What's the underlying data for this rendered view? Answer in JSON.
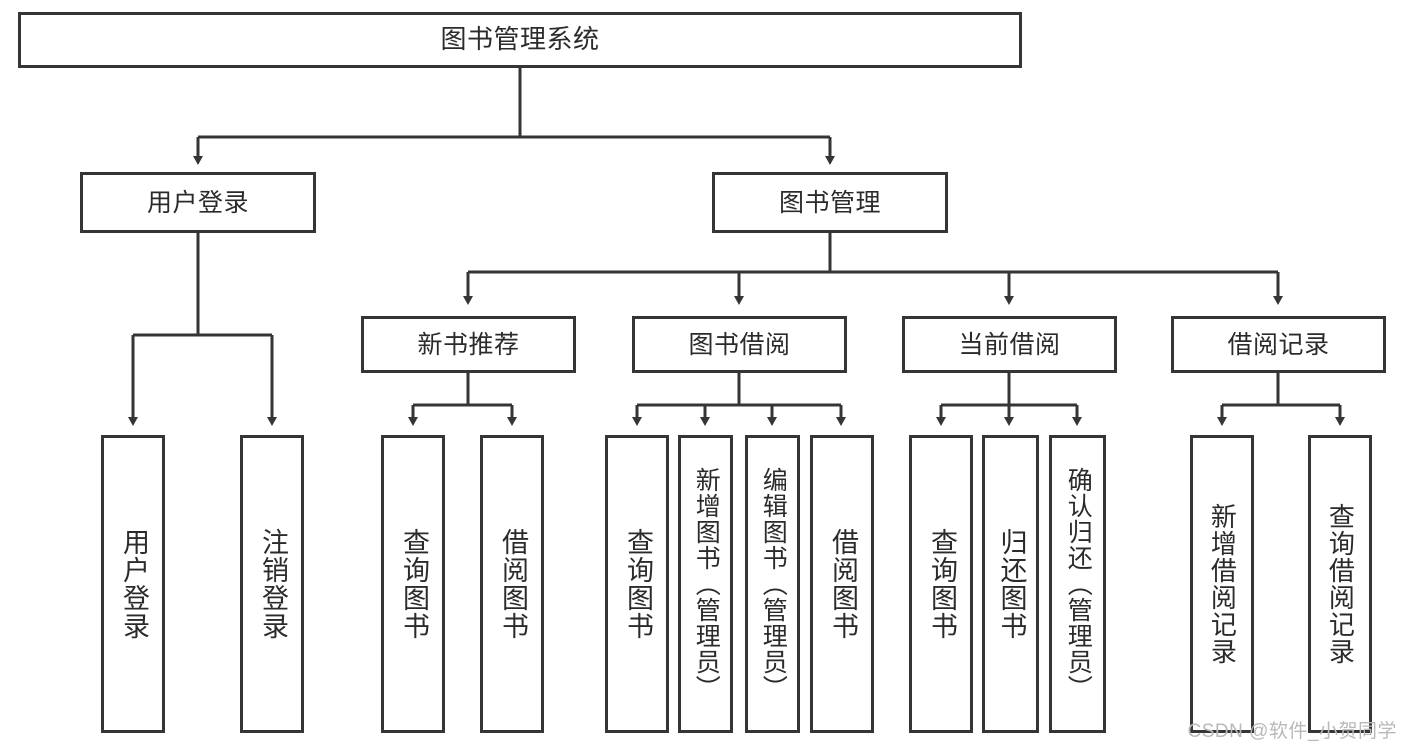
{
  "diagram": {
    "title": "图书管理系统",
    "type": "tree-hierarchy-chart",
    "line_color": "#353535",
    "box_fill": "#ffffff",
    "text_color": "#2b2b2b",
    "background": "#ffffff"
  },
  "nodes": {
    "root": {
      "label": "图书管理系统"
    },
    "level2": [
      {
        "label": "用户登录"
      },
      {
        "label": "图书管理"
      }
    ],
    "level3": [
      {
        "label": "新书推荐"
      },
      {
        "label": "图书借阅"
      },
      {
        "label": "当前借阅"
      },
      {
        "label": "借阅记录"
      }
    ],
    "leaves": {
      "user_login": [
        {
          "label": "用户登录"
        },
        {
          "label": "注销登录"
        }
      ],
      "new_book_recommend": [
        {
          "label": "查询图书"
        },
        {
          "label": "借阅图书"
        }
      ],
      "book_borrow": [
        {
          "label": "查询图书"
        },
        {
          "label": "新增图书（管理员）"
        },
        {
          "label": "编辑图书（管理员）"
        },
        {
          "label": "借阅图书"
        }
      ],
      "current_borrow": [
        {
          "label": "查询图书"
        },
        {
          "label": "归还图书"
        },
        {
          "label": "确认归还（管理员）"
        }
      ],
      "borrow_record": [
        {
          "label": "新增借阅记录"
        },
        {
          "label": "查询借阅记录"
        }
      ]
    }
  },
  "watermark": {
    "text": "CSDN @软件_小贺同学"
  }
}
